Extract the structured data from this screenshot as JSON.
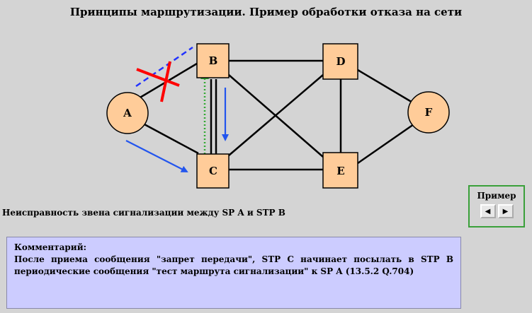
{
  "title": "Принципы маршрутизации. Пример обработки отказа на сети",
  "diagram": {
    "nodes": [
      {
        "id": "A",
        "shape": "circle"
      },
      {
        "id": "B",
        "shape": "square"
      },
      {
        "id": "C",
        "shape": "square"
      },
      {
        "id": "D",
        "shape": "square"
      },
      {
        "id": "E",
        "shape": "square"
      },
      {
        "id": "F",
        "shape": "circle"
      }
    ],
    "links": [
      {
        "from": "A",
        "to": "B",
        "state": "failed"
      },
      {
        "from": "A",
        "to": "C",
        "state": "ok"
      },
      {
        "from": "B",
        "to": "C",
        "state": "ok",
        "double": true
      },
      {
        "from": "B",
        "to": "D",
        "state": "ok"
      },
      {
        "from": "B",
        "to": "E",
        "state": "ok"
      },
      {
        "from": "C",
        "to": "D",
        "state": "ok"
      },
      {
        "from": "C",
        "to": "E",
        "state": "ok"
      },
      {
        "from": "D",
        "to": "E",
        "state": "ok"
      },
      {
        "from": "D",
        "to": "F",
        "state": "ok"
      },
      {
        "from": "E",
        "to": "F",
        "state": "ok"
      }
    ],
    "colors": {
      "node_fill": "#ffcc99",
      "link": "#000000",
      "failure_mark": "#ff0000",
      "failed_link": "#2233ff",
      "arrow_blue": "#2255ee",
      "arrow_green": "#33aa33"
    }
  },
  "status_text": "Неисправность звена сигнализации между SP A и STP B",
  "example": {
    "title": "Пример",
    "prev_icon": "triangle-left-icon",
    "next_icon": "triangle-right-icon"
  },
  "comment": {
    "heading": "Комментарий:",
    "body": "После приема сообщения \"запрет передачи\", STP C начинает посылать в STP B периодические сообщения \"тест маршрута сигнализации\" к SP A (13.5.2 Q.704)"
  }
}
